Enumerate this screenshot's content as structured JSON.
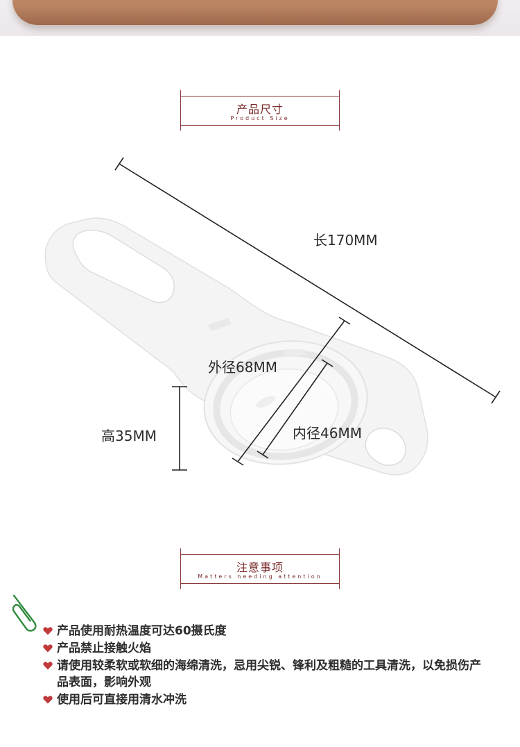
{
  "size_section": {
    "title_cn": "产品尺寸",
    "title_en": "Product Size"
  },
  "dimensions": {
    "length": "长170MM",
    "outer_diameter": "外径68MM",
    "inner_diameter": "内径46MM",
    "height": "高35MM"
  },
  "notes_section": {
    "title_cn": "注意事项",
    "title_en": "Matters needing attention"
  },
  "notes": [
    {
      "text": "产品使用耐热温度可达60摄氏度"
    },
    {
      "text": "产品禁止接触火焰"
    },
    {
      "text": "请使用较柔软或软细的海绵清洗，忌用尖锐、锋利及粗糙的工具清洗，以免损伤产品表面，影响外观"
    },
    {
      "text": "使用后可直接用清水冲洗"
    }
  ],
  "colors": {
    "accent": "#8a3b3b",
    "heart": "#c0393b",
    "board": "#b98261"
  },
  "icons": [
    "paperclip-icon",
    "heart-icon"
  ]
}
